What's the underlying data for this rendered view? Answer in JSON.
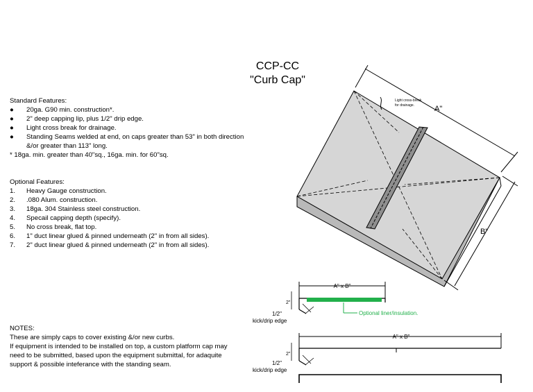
{
  "title": {
    "line1": "CCP-CC",
    "line2": "\"Curb Cap\""
  },
  "standard": {
    "heading": "Standard Features:",
    "items": [
      {
        "mark": "●",
        "text": "20ga. G90 min. construction*."
      },
      {
        "mark": "●",
        "text": "2\" deep capping lip, plus 1/2\" drip edge."
      },
      {
        "mark": "●",
        "text": "Light cross break for drainage."
      },
      {
        "mark": "●",
        "text": "Standing Seams welded at end, on caps greater than 53\" in both direction &/or greater than 113\" long."
      }
    ],
    "footnote": "* 18ga. min. greater than 40\"sq., 16ga. min. for 60\"sq."
  },
  "optional": {
    "heading": "Optional Features:",
    "items": [
      {
        "mark": "1.",
        "text": "Heavy Gauge construction."
      },
      {
        "mark": "2.",
        "text": ".080 Alum. construction."
      },
      {
        "mark": "3.",
        "text": "18ga. 304 Stainless steel construction."
      },
      {
        "mark": "4.",
        "text": "Specail capping depth (specify)."
      },
      {
        "mark": "5.",
        "text": "No cross break, flat top."
      },
      {
        "mark": "6.",
        "text": "1\" duct linear glued & pinned underneath (2\" in from all sides)."
      },
      {
        "mark": "7.",
        "text": "2\" duct linear glued & pinned underneath (2\" in from all sides)."
      }
    ]
  },
  "notes": {
    "heading": "NOTES:",
    "line1": "These are simply caps to cover existing &/or new curbs.",
    "line2": "If equipment is intended to be installed on top, a custom platform cap may need to be submitted, based upon the equipment submittal, for adaquite support & possible inteferance with the standing seam."
  },
  "diagram": {
    "dim_a": "A\"",
    "dim_b": "B\"",
    "break_label": [
      "Light cross-break",
      "for drainage."
    ],
    "section1": {
      "dim": "A\" x B\"",
      "lip_label": "2\"",
      "drip_label": [
        "1/2\"",
        "kick/drip edge"
      ],
      "liner_label": "Optional liner/insulation."
    },
    "section2": {
      "dim": "A\" x B\"",
      "lip_label": "2\"",
      "drip_label": [
        "1/2\"",
        "kick/drip edge"
      ]
    }
  },
  "colors": {
    "liner": "#22b04b",
    "top_fill": "#d6d6d6",
    "side_fill": "#b9b9b9",
    "seam_fill": "#8f8f8f"
  }
}
